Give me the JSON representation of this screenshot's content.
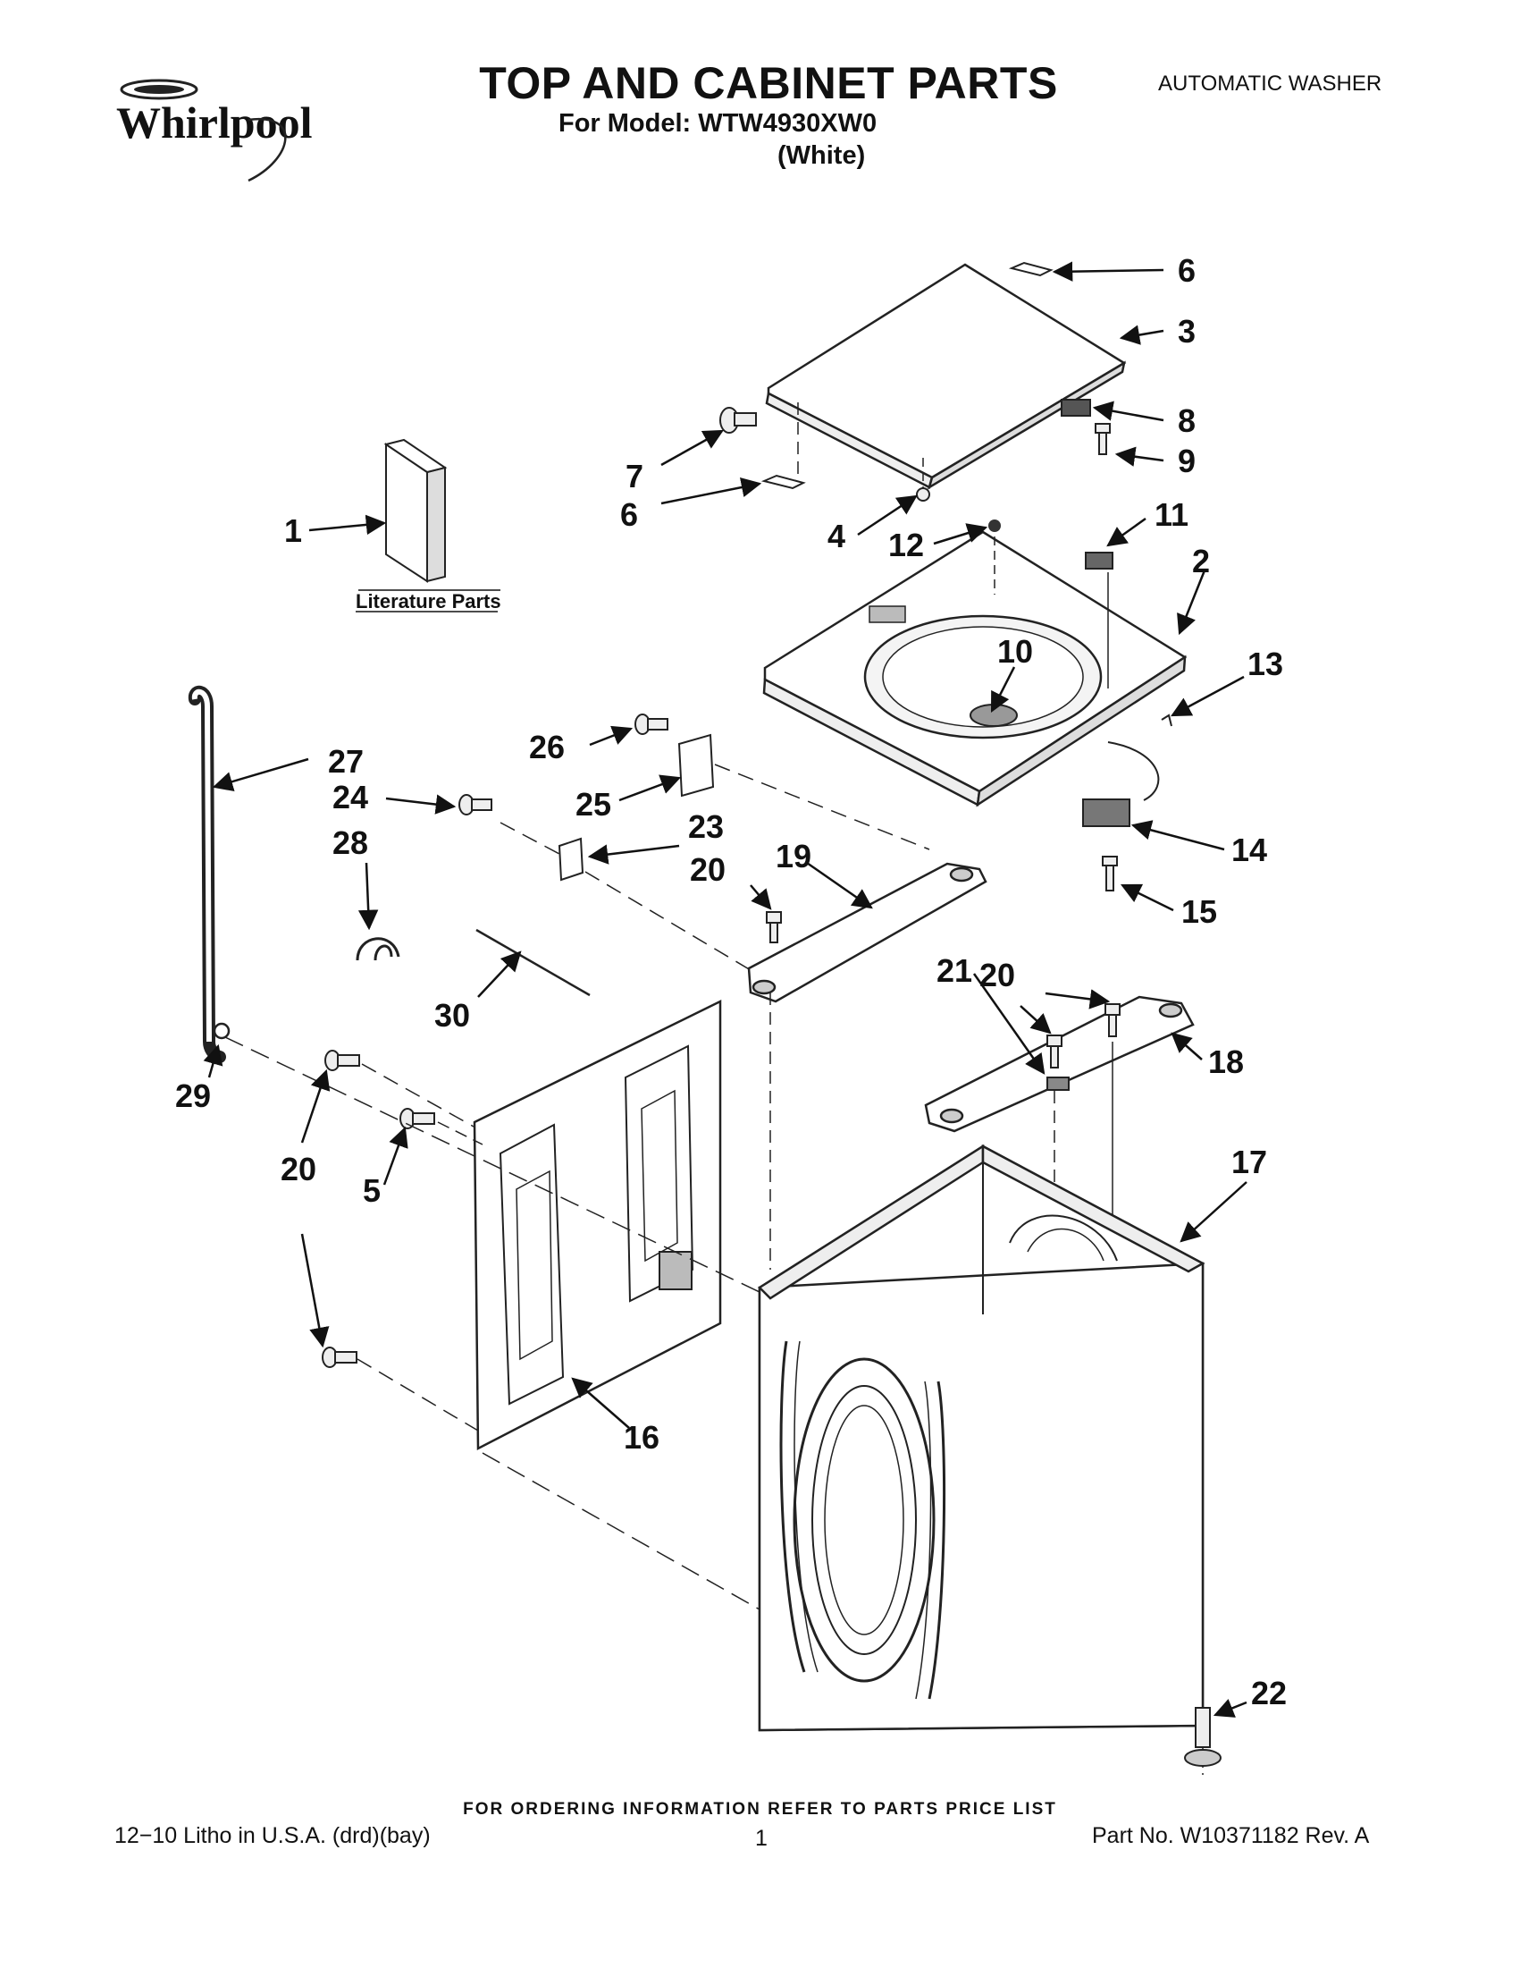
{
  "header": {
    "brand": "Whirlpool",
    "title": "TOP AND CABINET PARTS",
    "model_line": "For Model: WTW4930XW0",
    "color_line": "(White)",
    "product_type": "AUTOMATIC WASHER"
  },
  "literature_label": "Literature Parts",
  "callouts": {
    "c6a": "6",
    "c3": "3",
    "c8": "8",
    "c9": "9",
    "c7": "7",
    "c6b": "6",
    "c1": "1",
    "c4": "4",
    "c12": "12",
    "c11": "11",
    "c2": "2",
    "c10": "10",
    "c13": "13",
    "c26": "26",
    "c27": "27",
    "c24": "24",
    "c25": "25",
    "c28": "28",
    "c23": "23",
    "c20a": "20",
    "c19": "19",
    "c14": "14",
    "c15": "15",
    "c20b": "20",
    "c21": "21",
    "c30": "30",
    "c18": "18",
    "c29": "29",
    "c17": "17",
    "c20c": "20",
    "c5": "5",
    "c16": "16",
    "c22": "22"
  },
  "footer": {
    "note": "FOR ORDERING INFORMATION REFER TO PARTS PRICE LIST",
    "litho": "12−10 Litho in U.S.A. (drd)(bay)",
    "page": "1",
    "part_no": "Part No. W10371182 Rev. A"
  }
}
